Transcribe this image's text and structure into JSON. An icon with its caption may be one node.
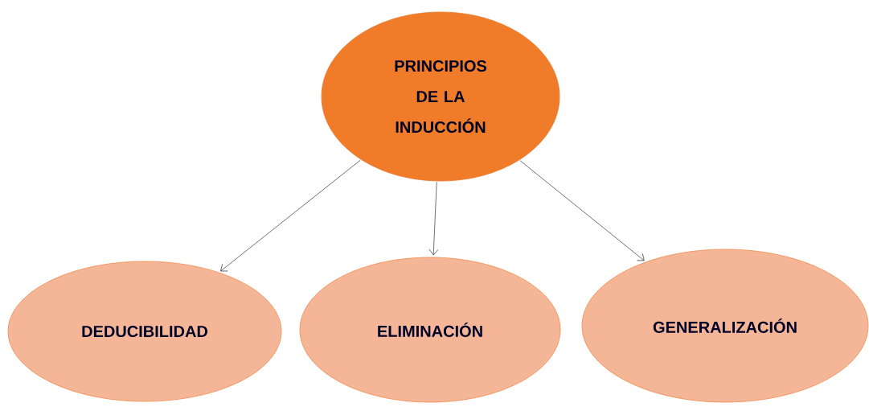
{
  "diagram": {
    "nodes": [
      {
        "text": [
          "PRINCIPIOS DE LA INDUCCIÓN"
        ]
      },
      {
        "text": [
          "DEDUCIBILIDAD"
        ]
      },
      {
        "text": [
          "ELIMINACIÓN"
        ]
      },
      {
        "text": [
          "GENERALIZACIÓN"
        ]
      }
    ],
    "edges": [
      {
        "from": 0,
        "to": 1,
        "arrow": "to"
      },
      {
        "from": 0,
        "to": 2,
        "arrow": "to"
      },
      {
        "from": 0,
        "to": 3,
        "arrow": "to"
      }
    ]
  }
}
